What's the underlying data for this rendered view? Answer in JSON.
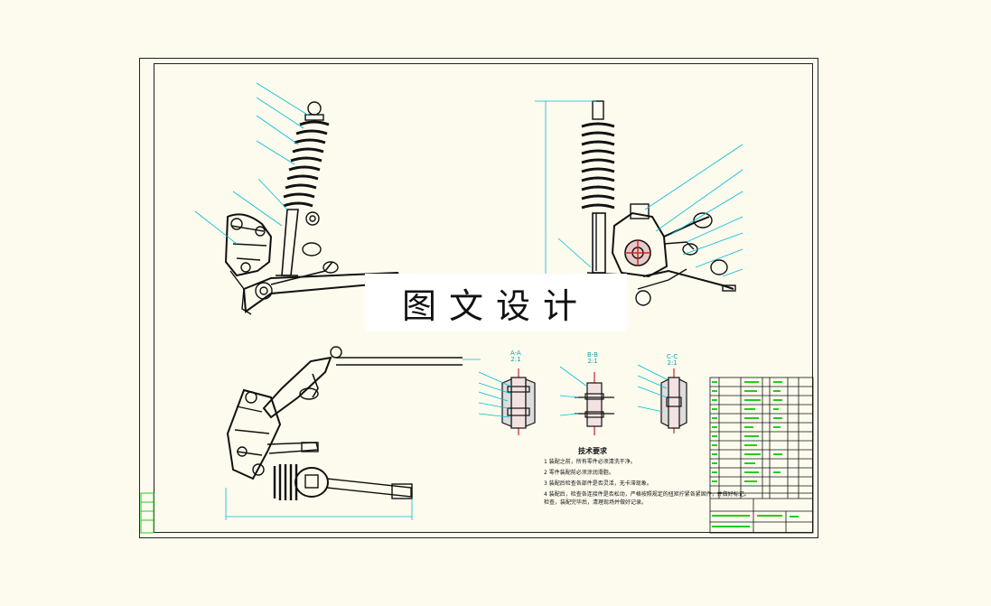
{
  "watermark": {
    "text": "图文设计"
  },
  "notes": {
    "title": "技术要求",
    "items": [
      "1  装配之前，所有零件必须清洗干净。",
      "2  零件装配前必须涂润滑脂。",
      "3  装配后检查各部件是否灵活，无卡滞现象。",
      "4  装配后，检查各连接件是否松动，严格按照规定的扭矩拧紧各紧固件，并做好标记。",
      "   检查，装配完毕后，清理现场并做好记录。"
    ]
  },
  "sections": [
    {
      "name": "A-A",
      "scale": "2:1"
    },
    {
      "name": "B-B",
      "scale": "2:1"
    },
    {
      "name": "C-C",
      "scale": "2:1"
    }
  ],
  "colors": {
    "background": "#fdfbee",
    "linework": "#111111",
    "leader": "#00bcd4",
    "title_block_text": "#22cc22",
    "section_red": "#d22222"
  }
}
